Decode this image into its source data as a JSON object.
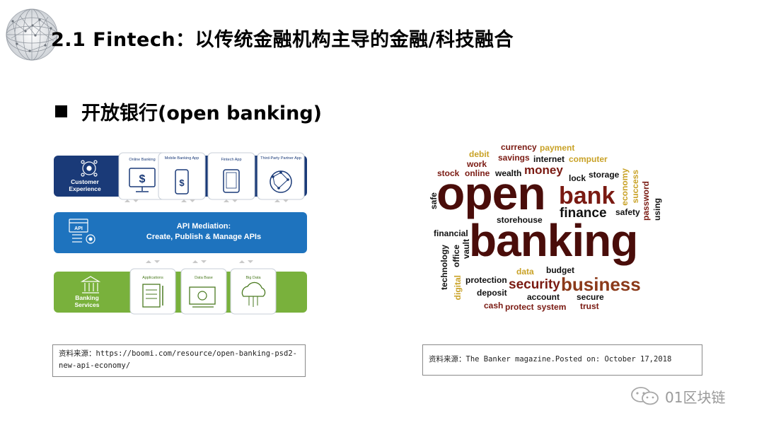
{
  "header": {
    "title": "2.1 Fintech：以传统金融机构主导的金融/科技融合"
  },
  "section": {
    "bullet": "开放银行(open banking)"
  },
  "diagram": {
    "channels": [
      {
        "label": "Online Banking"
      },
      {
        "label": "Mobile Banking App"
      },
      {
        "label": "Fintech App"
      },
      {
        "label": "Third-Party Partner App"
      }
    ],
    "customer_label": [
      "Customer",
      "Experience"
    ],
    "api_title": "API Mediation:",
    "api_subtitle": "Create, Publish & Manage APIs",
    "api_icon_text": "API",
    "bank_label": [
      "Banking",
      "Services"
    ],
    "services": [
      {
        "label": "Applications"
      },
      {
        "label": "Data Base"
      },
      {
        "label": "Big Data"
      }
    ],
    "colors": {
      "navy": "#1a3a78",
      "blue": "#1e73be",
      "green": "#79b13c"
    }
  },
  "sources": {
    "left": "资料来源：https://boomi.com/resource/open-banking-psd2-new-api-economy/",
    "right": "资料来源：The Banker magazine.Posted on: October 17,2018"
  },
  "wordcloud": {
    "words": [
      {
        "text": "currency",
        "color": "#7a1a12"
      },
      {
        "text": "payment",
        "color": "#c9a227"
      },
      {
        "text": "debit",
        "color": "#c9a227"
      },
      {
        "text": "savings",
        "color": "#7a1a12"
      },
      {
        "text": "internet",
        "color": "#111111"
      },
      {
        "text": "computer",
        "color": "#c9a227"
      },
      {
        "text": "work",
        "color": "#7a1a12"
      },
      {
        "text": "stock",
        "color": "#7a1a12"
      },
      {
        "text": "online",
        "color": "#7a1a12"
      },
      {
        "text": "wealth",
        "color": "#111111"
      },
      {
        "text": "money",
        "color": "#7a1a12"
      },
      {
        "text": "lock",
        "color": "#111111"
      },
      {
        "text": "storage",
        "color": "#111111"
      },
      {
        "text": "economy",
        "color": "#c9a227"
      },
      {
        "text": "success",
        "color": "#c9a227"
      },
      {
        "text": "password",
        "color": "#7a1a12"
      },
      {
        "text": "using",
        "color": "#111111"
      },
      {
        "text": "safe",
        "color": "#111111"
      },
      {
        "text": "open",
        "color": "#4a0d0a"
      },
      {
        "text": "bank",
        "color": "#7a1a12"
      },
      {
        "text": "finance",
        "color": "#111111"
      },
      {
        "text": "safety",
        "color": "#111111"
      },
      {
        "text": "storehouse",
        "color": "#111111"
      },
      {
        "text": "financial",
        "color": "#111111"
      },
      {
        "text": "technology",
        "color": "#111111"
      },
      {
        "text": "office",
        "color": "#111111"
      },
      {
        "text": "vault",
        "color": "#111111"
      },
      {
        "text": "banking",
        "color": "#4a0d0a"
      },
      {
        "text": "data",
        "color": "#c9a227"
      },
      {
        "text": "budget",
        "color": "#111111"
      },
      {
        "text": "digital",
        "color": "#c9a227"
      },
      {
        "text": "protection",
        "color": "#111111"
      },
      {
        "text": "security",
        "color": "#7a1a12"
      },
      {
        "text": "business",
        "color": "#8b3a1a"
      },
      {
        "text": "deposit",
        "color": "#111111"
      },
      {
        "text": "account",
        "color": "#111111"
      },
      {
        "text": "secure",
        "color": "#111111"
      },
      {
        "text": "cash",
        "color": "#7a1a12"
      },
      {
        "text": "protect",
        "color": "#7a1a12"
      },
      {
        "text": "system",
        "color": "#7a1a12"
      },
      {
        "text": "trust",
        "color": "#7a1a12"
      }
    ]
  },
  "watermark": {
    "text": "01区块链"
  }
}
